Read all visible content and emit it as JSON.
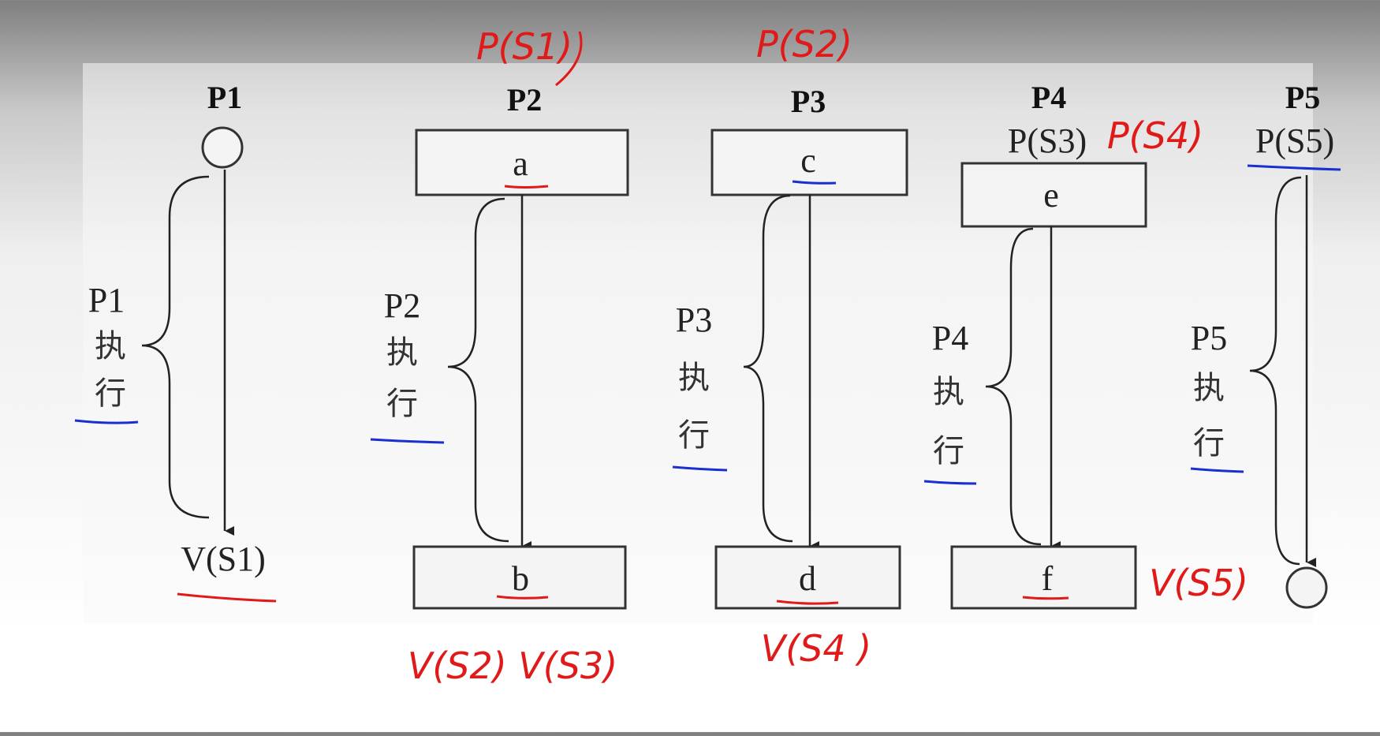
{
  "processes": {
    "p1": {
      "title": "P1",
      "exec": [
        "P1",
        "执",
        "行"
      ],
      "end": "V(S1)"
    },
    "p2": {
      "title": "P2",
      "start": "a",
      "exec": [
        "P2",
        "执",
        "行"
      ],
      "end": "b"
    },
    "p3": {
      "title": "P3",
      "start": "c",
      "exec": [
        "P3",
        "执",
        "行"
      ],
      "end": "d"
    },
    "p4": {
      "title": "P4",
      "wait": "P(S3)",
      "start": "e",
      "exec": [
        "P4",
        "执",
        "行"
      ],
      "end": "f"
    },
    "p5": {
      "title": "P5",
      "wait": "P(S5)",
      "exec": [
        "P5",
        "执",
        "行"
      ]
    }
  },
  "annotations": {
    "p2_wait": "P(S1)",
    "p3_wait": "P(S2)",
    "p4_wait": "P(S4)",
    "p2_signal": "V(S2) V(S3)",
    "p3_signal": "V(S4 )",
    "p4_signal": "V(S5)"
  },
  "colors": {
    "annotation_red": "#e01919",
    "underline_blue": "#1a2fd0"
  }
}
